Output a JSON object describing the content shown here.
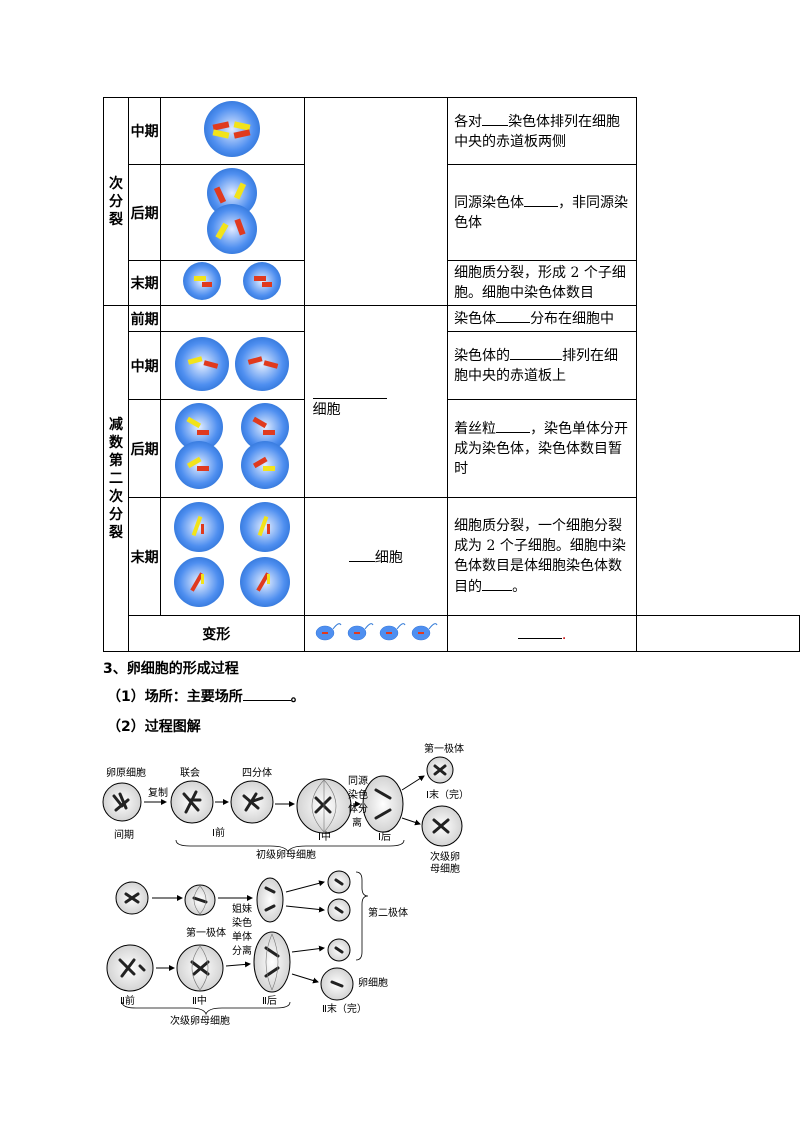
{
  "table": {
    "meiosis1_fragment": {
      "label_chars": [
        "次",
        "分",
        "裂"
      ]
    },
    "meiosis2": {
      "label_chars": [
        "减",
        "数",
        "第",
        "二",
        "次",
        "分",
        "裂"
      ]
    },
    "rows": {
      "m1_metaphase": {
        "phase": "中期",
        "desc_a": "各对",
        "desc_b": "染色体排列在细胞中央的赤道板两侧"
      },
      "m1_anaphase": {
        "phase": "后期",
        "desc_a": "同源染色体",
        "desc_b": "，非同源染色体"
      },
      "m1_telophase": {
        "phase": "末期",
        "desc": "细胞质分裂，形成 2 个子细胞。细胞中染色体数目"
      },
      "m2_prophase": {
        "phase": "前期",
        "desc_a": "染色体",
        "desc_b": "分布在细胞中"
      },
      "m2_metaphase": {
        "phase": "中期",
        "desc_a": "染色体的",
        "desc_b": "排列在细胞中央的赤道板上"
      },
      "m2_anaphase": {
        "phase": "后期",
        "desc_a": "着丝粒",
        "desc_b": "，染色单体分开成为染色体，染色体数目暂时"
      },
      "m2_telophase": {
        "phase": "末期",
        "desc_a": "细胞质分裂，一个细胞分裂成为 2 个子细胞。细胞中染色体数目是体细胞染色体数目的",
        "desc_b": "。"
      },
      "transform": {
        "phase": "变形",
        "cell_suffix": "."
      }
    },
    "cell_name_m2": "细胞",
    "cell_name_m2_telophase": "细胞"
  },
  "section3": {
    "title": "3、卵细胞的形成过程",
    "site_a": "（1）场所：主要场所",
    "site_b": "。",
    "diagram_title": "（2）过程图解"
  },
  "diagram": {
    "labels": {
      "oogonium": "卵原细胞",
      "replication": "复制",
      "interphase": "间期",
      "synapsis": "联会",
      "tetrad": "四分体",
      "prophase1": "Ⅰ前",
      "metaphase1": "Ⅰ中",
      "homologous_sep": [
        "同源",
        "染色",
        "体分",
        "离"
      ],
      "anaphase1": "Ⅰ后",
      "first_polar_body_top": "第一极体",
      "telophase1": "Ⅰ末（完）",
      "secondary_oocyte_top": [
        "次级卵",
        "母细胞"
      ],
      "primary_oocyte": "初级卵母细胞",
      "first_polar_body_mid": "第一极体",
      "sister_sep": [
        "姐妹",
        "染色",
        "单体",
        "分离"
      ],
      "second_polar_body": "第二极体",
      "egg": "卵细胞",
      "prophase2": "Ⅱ前",
      "metaphase2": "Ⅱ中",
      "anaphase2": "Ⅱ后",
      "telophase2": "Ⅱ末（完）",
      "secondary_oocyte": "次级卵母细胞"
    }
  },
  "colors": {
    "cell_blue": "#3d8fe6",
    "chrom_red": "#e03a1e",
    "chrom_yellow": "#f2e31a"
  }
}
